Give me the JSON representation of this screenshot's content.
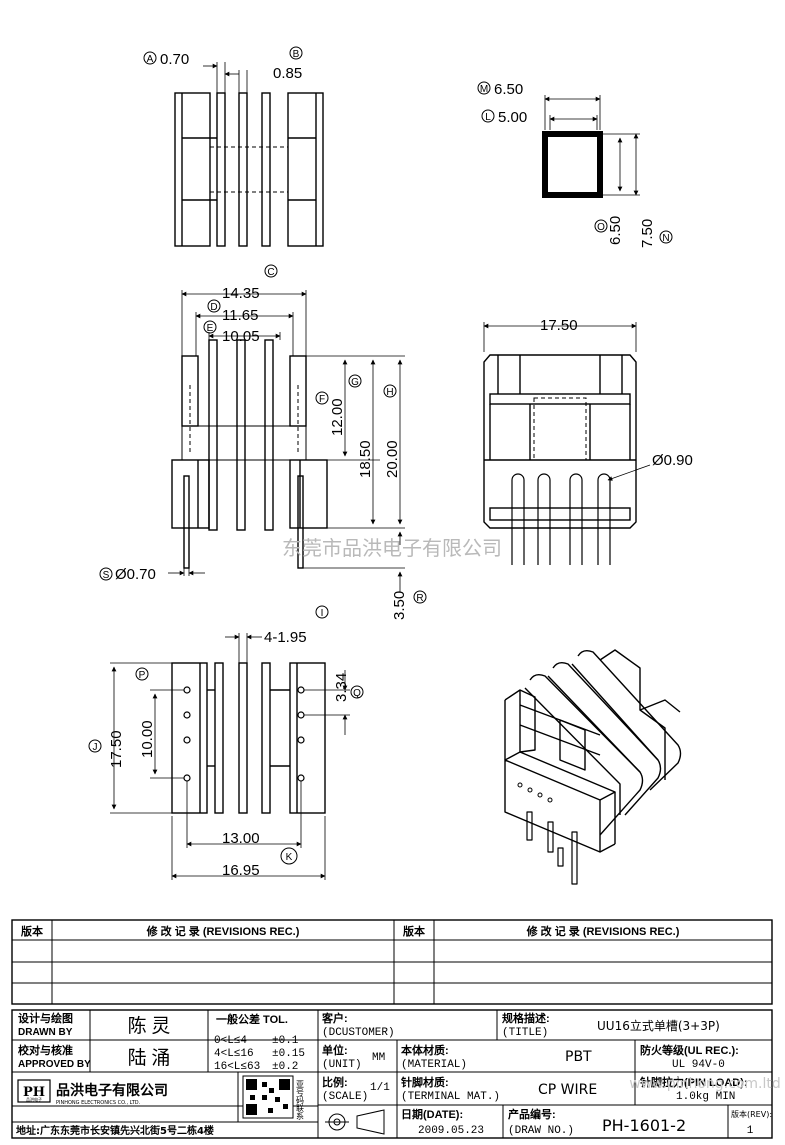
{
  "watermark": "东莞市品洪电子有限公司",
  "watermark_url": "www.pinhong.com.ltd",
  "front_view": {
    "labels": [
      "A",
      "B"
    ],
    "dims": [
      "0.70",
      "0.85"
    ]
  },
  "window_view": {
    "labels": [
      "M",
      "L",
      "O",
      "N"
    ],
    "dims": [
      "6.50",
      "5.00",
      "6.50",
      "7.50"
    ]
  },
  "side_view": {
    "labels": [
      "C",
      "D",
      "E",
      "F",
      "G",
      "H",
      "S",
      "R"
    ],
    "dims": [
      "14.35",
      "11.65",
      "10.05",
      "12.00",
      "18.50",
      "20.00",
      "Ø0.70",
      "3.50"
    ]
  },
  "face_view": {
    "dims": [
      "17.50",
      "Ø0.90"
    ]
  },
  "bottom_view": {
    "labels": [
      "I",
      "P",
      "Q",
      "J",
      "K"
    ],
    "dims": [
      "4-1.95",
      "3.34",
      "17.50",
      "10.00",
      "13.00",
      "16.95"
    ]
  },
  "revisions": {
    "col_version": "版本",
    "col_record": "修 改 记 录 (REVISIONS REC.)"
  },
  "title_block": {
    "designed_by_label": "设计与绘图",
    "designed_by_label_en": "DRAWN BY",
    "designed_by": "陈 灵",
    "approved_by_label": "校对与核准",
    "approved_by_label_en": "APPROVED BY",
    "approved_by": "陆 涌",
    "tolerance_label": "一般公差 TOL.",
    "tolerance_rows": [
      {
        "range": "0<L≤4",
        "tol": "±0.1"
      },
      {
        "range": "4<L≤16",
        "tol": "±0.15"
      },
      {
        "range": "16<L≤63",
        "tol": "±0.2"
      }
    ],
    "qr_text": "亚号码联系",
    "customer_label": "客户:",
    "customer_label_en": "(DCUSTOMER)",
    "title_label": "规格描述:",
    "title_label_en": "(TITLE)",
    "title": "UU16立式单槽(3+3P)",
    "unit_label": "单位:",
    "unit_label_en": "(UNIT)",
    "unit": "MM",
    "material_label": "本体材质:",
    "material_label_en": "(MATERIAL)",
    "material": "PBT",
    "fire_label": "防火等级(UL REC.):",
    "fire": "UL 94V-0",
    "scale_label": "比例:",
    "scale_label_en": "(SCALE)",
    "scale": "1/1",
    "terminal_label": "针脚材质:",
    "terminal_label_en": "(TERMINAL MAT.)",
    "terminal": "CP WIRE",
    "pin_load_label": "针脚拉力(PIN LOAD):",
    "pin_load": "1.0kg MIN",
    "company": "品洪电子有限公司",
    "company_en": "PINHONG ELECTRONICS CO., LTD.",
    "logo": "PH",
    "logo_sub": "品洪电子",
    "address": "地址:广东东莞市长安镇先兴北街5号二栋4楼",
    "date_label": "日期(DATE):",
    "date": "2009.05.23",
    "drawno_label": "产品编号:",
    "drawno_label_en": "(DRAW NO.)",
    "drawno": "PH-1601-2",
    "rev_label": "版本(REV):",
    "rev": "1"
  }
}
